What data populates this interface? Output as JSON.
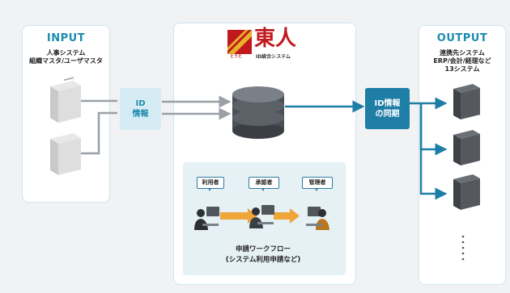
{
  "input": {
    "title": "INPUT",
    "sources": [
      "人事システム",
      "組織マスタ/ユーザマスタ"
    ]
  },
  "id_info_box": {
    "line1": "ID",
    "line2": "情報"
  },
  "center": {
    "logo_main": "東人",
    "logo_small": "とうと",
    "logo_tagline": "ID統合システム",
    "workflow": {
      "roles": [
        "利用者",
        "承認者",
        "管理者"
      ],
      "caption_line1": "申請ワークフロー",
      "caption_line2": "(システム利用申請など)"
    }
  },
  "sync_box": {
    "line1": "ID情報",
    "line2": "の同期"
  },
  "output": {
    "title": "OUTPUT",
    "lines": [
      "連携先システム",
      "ERP/会計/経理など",
      "13システム"
    ]
  },
  "colors": {
    "accent": "#1c8bb0",
    "sync_box": "#1f7ea6",
    "id_box": "#d6ecf4",
    "workflow_bg": "#e6f1f6",
    "arrow_gray": "#9aa0a6",
    "arrow_orange": "#f0a53a",
    "logo_red": "#c0191e",
    "logo_gold": "#e8b12a"
  }
}
